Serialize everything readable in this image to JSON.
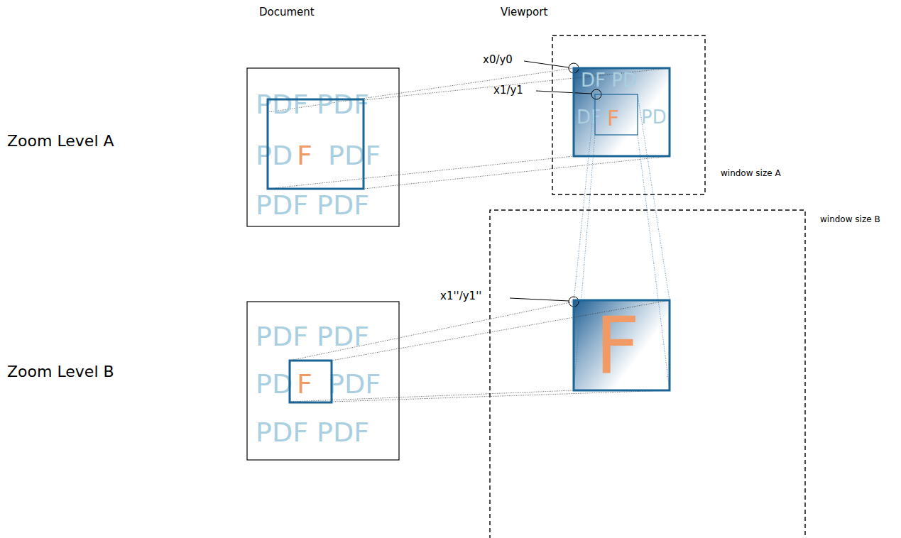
{
  "diagram": {
    "labels": [
      "Document",
      "Viewport",
      "Zoom Level A",
      "Zoom Level B",
      "x0/y0",
      "x1/y1",
      "x1''/y1''",
      "window size A",
      "window size B",
      "PDF PDF",
      "PD",
      "F",
      "PDF",
      "PDF PDF",
      "PDF PDF",
      "PD",
      "F",
      "PDF",
      "PDF PDF",
      "DF PD",
      "DF",
      "F",
      "PD",
      "F"
    ]
  }
}
